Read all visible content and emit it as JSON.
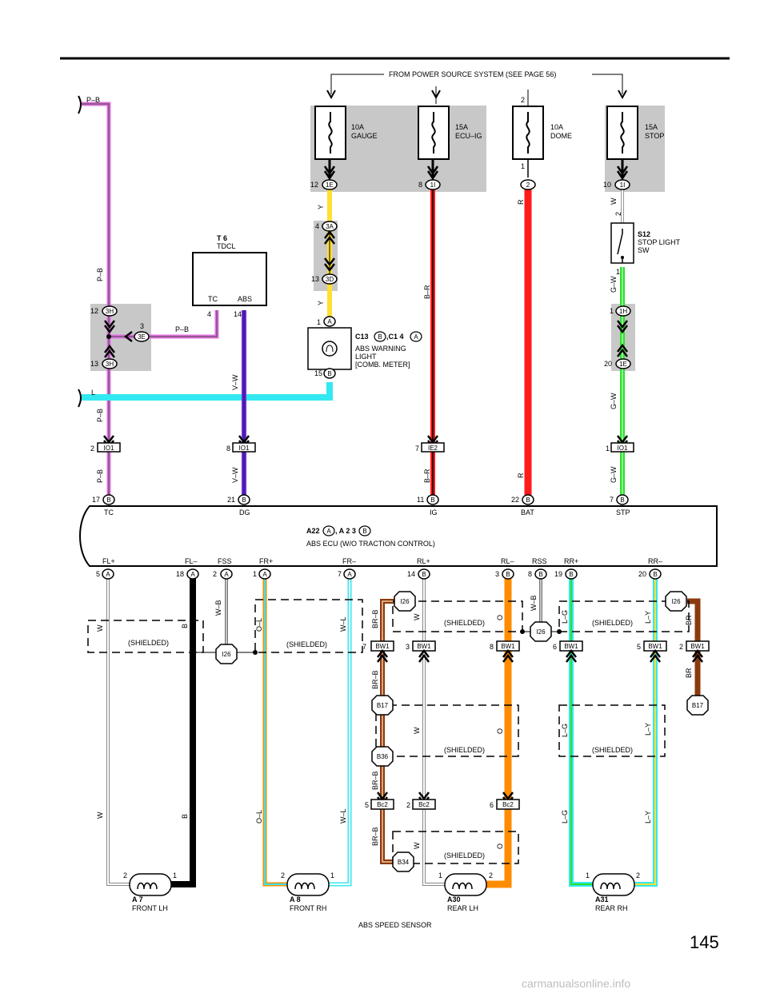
{
  "header": {
    "source_note": "FROM POWER SOURCE SYSTEM (SEE PAGE 56)"
  },
  "fuses": [
    {
      "id": "gauge",
      "amp": "10A",
      "name": "GAUGE",
      "pin": "12",
      "conn": "1E"
    },
    {
      "id": "ecuig",
      "amp": "15A",
      "name": "ECU–IG",
      "pin": "8",
      "conn": "1I"
    },
    {
      "id": "dome",
      "amp": "10A",
      "name": "DOME",
      "pin_top": "2",
      "pin_bot": "1",
      "conn": "2"
    },
    {
      "id": "stop",
      "amp": "15A",
      "name": "STOP",
      "pin": "10",
      "conn": "1I"
    }
  ],
  "tdcl": {
    "code": "T 6",
    "name": "TDCL",
    "term_tc": "TC",
    "term_abs": "ABS",
    "pin_tc": "4",
    "pin_abs": "14"
  },
  "junction_3h": {
    "pin_top": "12",
    "pin_bot": "13",
    "conn": "3H",
    "pin_side": "3",
    "conn_side": "3E"
  },
  "junction_3a": {
    "pin_top": "4",
    "conn_top": "3A",
    "pin_bot": "13",
    "conn_bot": "3D"
  },
  "warning_light": {
    "code1": "C13",
    "c1": "B",
    "code2": ",C1 4",
    "c2": "A",
    "line1": "ABS WARNING",
    "line2": "LIGHT",
    "line3": "[COMB.  METER]",
    "pin_top": "1",
    "conn_top": "A",
    "pin_bot": "15",
    "conn_bot": "B"
  },
  "stop_switch": {
    "code": "S12",
    "line1": "STOP LIGHT",
    "line2": "SW",
    "pin_top": "2",
    "pin_bot": "1"
  },
  "junction_1h": {
    "pin_top": "1",
    "conn_top": "1H",
    "pin_bot": "20",
    "conn_bot": "1E"
  },
  "wire_colors": {
    "pb": "P–B",
    "l": "L",
    "vw": "V–W",
    "y": "Y",
    "br": "B–R",
    "r": "R",
    "w": "W",
    "gw": "G–W",
    "b": "B",
    "wb": "W–B",
    "ol": "O–L",
    "wl": "W–L",
    "brb": "BR–B",
    "o": "O",
    "lg": "L–G",
    "ly": "L–Y",
    "brn": "BR"
  },
  "mid_connectors": [
    {
      "pin": "2",
      "conn": "IO1"
    },
    {
      "pin": "8",
      "conn": "IO1"
    },
    {
      "pin": "7",
      "conn": "IE2"
    },
    {
      "pin": "1",
      "conn": "IO1"
    }
  ],
  "ecu": {
    "code1": "A22",
    "c1": "A",
    "code2": ", A 2 3",
    "c2": "B",
    "name": "ABS ECU (W/O TRACTION CONTROL)",
    "top_terms": [
      {
        "pin": "17",
        "conn": "B",
        "name": "TC"
      },
      {
        "pin": "21",
        "conn": "B",
        "name": "DG"
      },
      {
        "pin": "11",
        "conn": "B",
        "name": "IG"
      },
      {
        "pin": "22",
        "conn": "B",
        "name": "BAT"
      },
      {
        "pin": "7",
        "conn": "B",
        "name": "STP"
      }
    ],
    "bottom_names": [
      "FL+",
      "FL–",
      "FSS",
      "FR+",
      "FR–",
      "RL+",
      "RL–",
      "RSS",
      "RR+",
      "RR–"
    ],
    "bottom_pins": [
      {
        "pin": "5",
        "conn": "A"
      },
      {
        "pin": "18",
        "conn": "A"
      },
      {
        "pin": "2",
        "conn": "A"
      },
      {
        "pin": "1",
        "conn": "A"
      },
      {
        "pin": "7",
        "conn": "A"
      },
      {
        "pin": "14",
        "conn": "B"
      },
      {
        "pin": "3",
        "conn": "B"
      },
      {
        "pin": "8",
        "conn": "B"
      },
      {
        "pin": "19",
        "conn": "B"
      },
      {
        "pin": "20",
        "conn": "B"
      }
    ]
  },
  "shielded": "(SHIELDED)",
  "grounds": {
    "i26": "I26",
    "b17": "B17",
    "b36": "B36",
    "b34": "B34"
  },
  "bw1_connectors": [
    {
      "pin": "7",
      "conn": "BW1"
    },
    {
      "pin": "3",
      "conn": "BW1"
    },
    {
      "pin": "8",
      "conn": "BW1"
    },
    {
      "pin": "6",
      "conn": "BW1"
    },
    {
      "pin": "5",
      "conn": "BW1"
    },
    {
      "pin": "2",
      "conn": "BW1"
    }
  ],
  "bc2_connectors": [
    {
      "pin": "5",
      "conn": "Bc2"
    },
    {
      "pin": "2",
      "conn": "Bc2"
    },
    {
      "pin": "6",
      "conn": "Bc2"
    }
  ],
  "sensors": [
    {
      "code": "A 7",
      "name": "FRONT LH",
      "pin_l": "2",
      "pin_r": "1"
    },
    {
      "code": "A 8",
      "name": "FRONT RH",
      "pin_l": "2",
      "pin_r": "1"
    },
    {
      "code": "A30",
      "name": "REAR LH",
      "pin_l": "1",
      "pin_r": "2"
    },
    {
      "code": "A31",
      "name": "REAR RH",
      "pin_l": "1",
      "pin_r": "2"
    }
  ],
  "footer": {
    "caption": "ABS SPEED SENSOR",
    "page_number": "145",
    "watermark": "carmanualsonline.info"
  },
  "colors": {
    "pink": "#e070e0",
    "cyan": "#33e8f0",
    "violet": "#6a2bd6",
    "yellow": "#ffe033",
    "red": "#ff1a1a",
    "green": "#2be02b",
    "orange": "#ff8c00",
    "brown": "#8b3a0e",
    "gray_box": "#c8c8c8"
  }
}
